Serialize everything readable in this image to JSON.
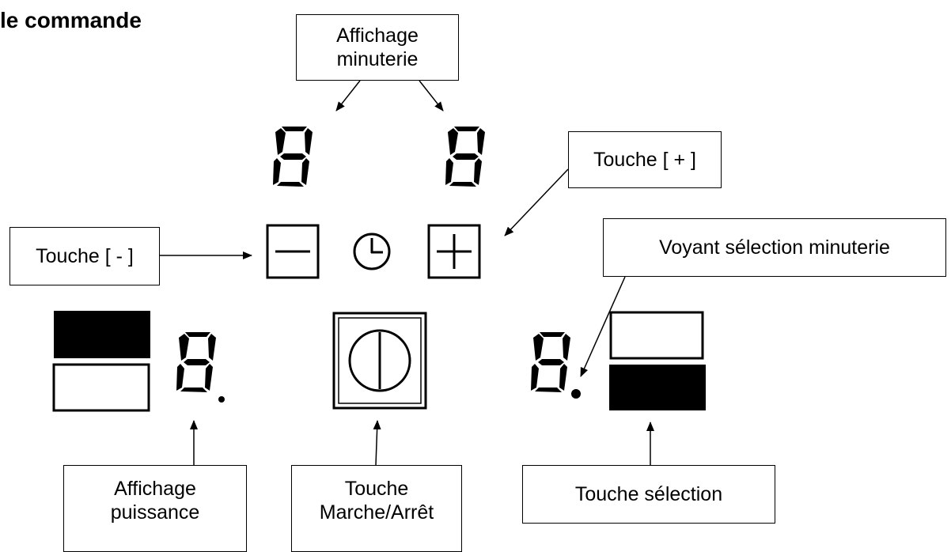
{
  "title": "le commande",
  "callouts": {
    "timer_display": [
      "Affichage",
      "minuterie"
    ],
    "plus_key": "Touche [ + ]",
    "minus_key": "Touche [ - ]",
    "timer_selection_led": "Voyant sélection minuterie",
    "power_display": [
      "Affichage",
      "puissance"
    ],
    "on_off_key": [
      "Touche",
      "Marche/Arrêt"
    ],
    "selection_key": "Touche sélection"
  },
  "icons": {
    "minus": "minus-icon",
    "clock": "clock-icon",
    "plus": "plus-icon",
    "power": "power-icon"
  },
  "indicators": {
    "left_top_filled": true,
    "left_bottom_filled": false,
    "right_top_filled": false,
    "right_bottom_filled": true
  },
  "colors": {
    "ink": "#000000",
    "background": "#ffffff"
  }
}
